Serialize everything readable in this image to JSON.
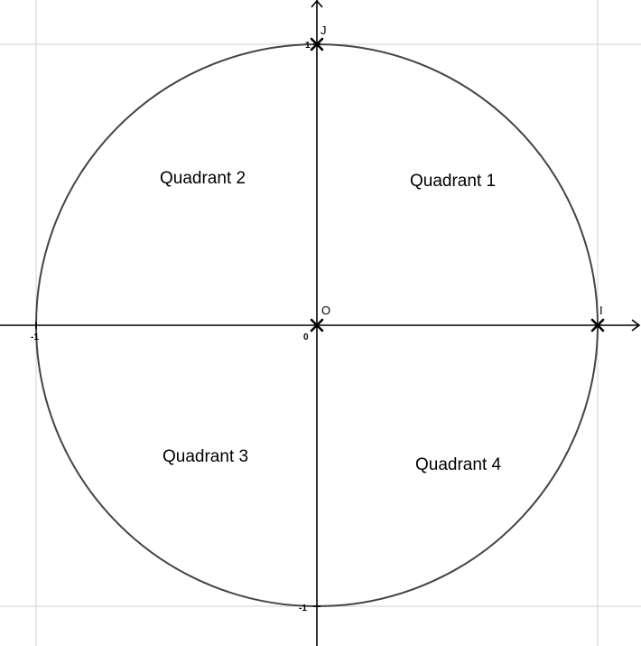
{
  "quadrants": [
    {
      "label": "Quadrant 1"
    },
    {
      "label": "Quadrant 2"
    },
    {
      "label": "Quadrant 3"
    },
    {
      "label": "Quadrant 4"
    }
  ],
  "points": [
    {
      "name": "O",
      "x": 0,
      "y": 0
    },
    {
      "name": "I",
      "x": 1,
      "y": 0
    },
    {
      "name": "J",
      "x": 0,
      "y": 1
    }
  ],
  "ticks": {
    "x_neg": "-1",
    "origin": "0",
    "y_pos": "1",
    "y_neg": "-1"
  },
  "circle": {
    "center": [
      0,
      0
    ],
    "radius": 1
  }
}
